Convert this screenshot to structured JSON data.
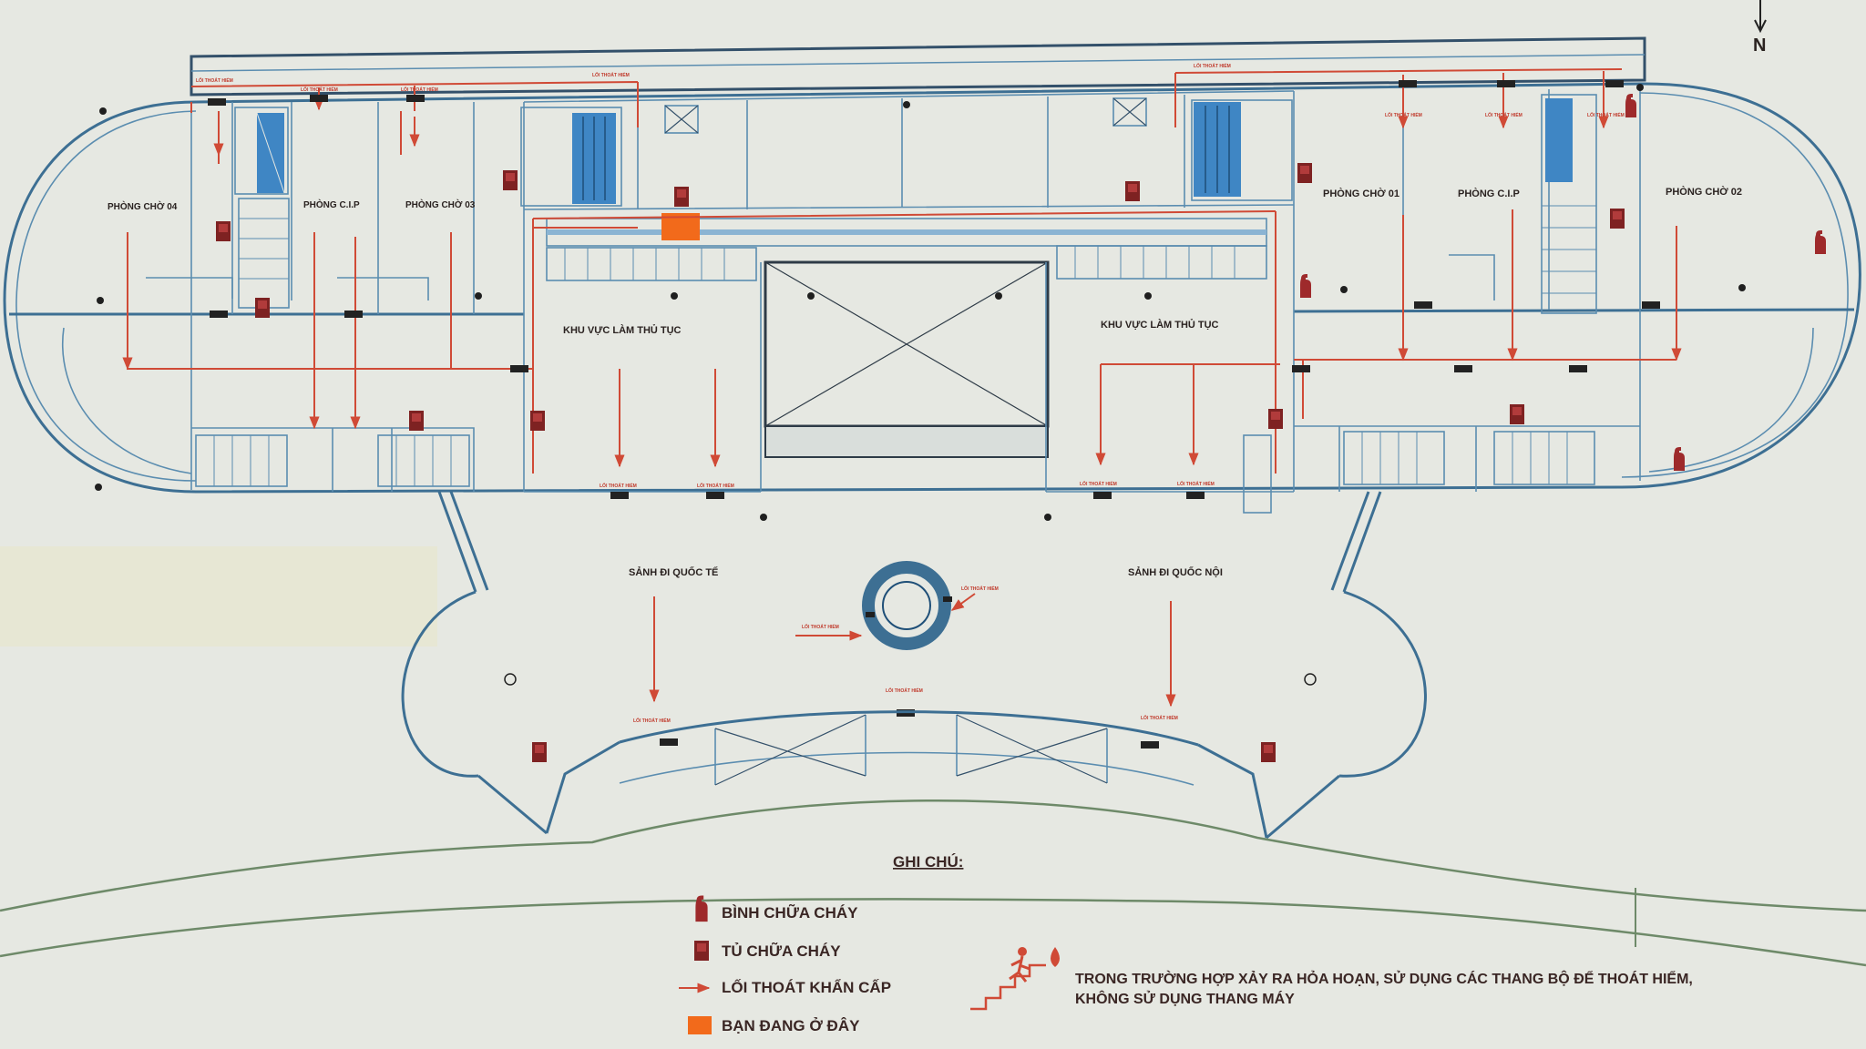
{
  "compass": {
    "label": "N"
  },
  "rooms": {
    "waiting_04": "PHÒNG CHỜ 04",
    "cip_left": "PHÒNG C.I.P",
    "waiting_03": "PHÒNG CHỜ 03",
    "waiting_01": "PHÒNG CHỜ 01",
    "cip_right": "PHÒNG C.I.P",
    "waiting_02": "PHÒNG CHỜ 02",
    "checkin_left": "KHU VỰC LÀM THỦ TỤC",
    "checkin_right": "KHU VỰC LÀM THỦ TỤC",
    "hall_international": "SẢNH ĐI QUỐC TẾ",
    "hall_domestic": "SẢNH ĐI QUỐC NỘI"
  },
  "exit_label": "LỐI THOÁT HIỂM",
  "legend": {
    "title": "GHI CHÚ:",
    "items": [
      {
        "icon": "fire-extinguisher-icon",
        "label": "BÌNH CHỮA CHÁY"
      },
      {
        "icon": "fire-cabinet-icon",
        "label": "TỦ CHỮA CHÁY"
      },
      {
        "icon": "emergency-exit-arrow-icon",
        "label": "LỐI THOÁT KHẨN CẤP"
      },
      {
        "icon": "you-are-here-icon",
        "label": "BẠN ĐANG Ở ĐÂY"
      }
    ],
    "note_line1": "TRONG TRƯỜNG HỢP XẢY RA HỎA HOẠN, SỬ DỤNG CÁC THANG BỘ ĐỂ THOÁT HIỂM,",
    "note_line2": "KHÔNG SỬ DỤNG THANG MÁY"
  },
  "colors": {
    "wall": "#3d6f93",
    "route": "#d04a36",
    "you_are_here": "#f26a1b",
    "elevator": "#3f86c4",
    "fire_equipment": "#9e2a2b"
  }
}
